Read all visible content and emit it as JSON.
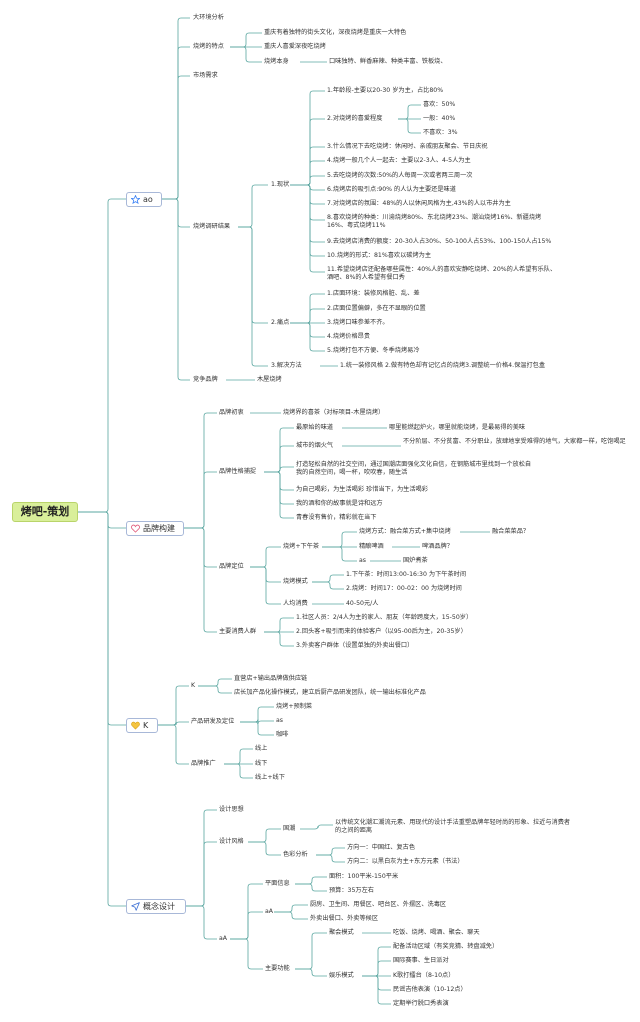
{
  "root": "烤吧-策划",
  "colors": {
    "line": "#5aa6a0",
    "root_fill": "#d9ef9a",
    "branch_border": "#a8b8d8"
  },
  "icons": {
    "ao": "star-icon",
    "brand": "heart-icon",
    "k": "heart-icon",
    "concept": "pin-icon"
  },
  "ao": {
    "label": "ao",
    "big_env": "大环境分析",
    "features": {
      "label": "烧烤的特点",
      "i1": "重庆有着独特的街头文化，深夜烧烤是重庆一大特色",
      "i2": "重庆人喜爱深夜吃烧烤",
      "i3": "烧烤本身",
      "i3a": "口味独特、鲜香麻辣、种类丰富、铁板烧、"
    },
    "market": "市场需求",
    "survey": {
      "label": "烧烤调研结果",
      "status": {
        "label": "1.现状",
        "s1": "1.年龄段-主要以20-30 岁为主，占比80%",
        "s2": "2.对烧烤的喜爱程度",
        "s2a": "喜欢：50%",
        "s2b": "一般：40%",
        "s2c": "不喜欢：3%",
        "s3": "3.什么情况下去吃烧烤：休闲时、亲戚朋友聚会、节日庆祝",
        "s4": "4.烧烤一般几个人一起去：主要以2-3人、4-5人为主",
        "s5": "5.去吃烧烤的次数:50%的人每周一次或者两三周一次",
        "s6": "6.烧烤店的吸引点:90% 的人认为主要还是味道",
        "s7": "7.对烧烤店的氛围：48%的人以休闲风格为主,43%的人以市井为主",
        "s8": "8.喜欢烧烤的种类：川渝烧烤80%、东北烧烤23%、潮汕烧烤16%、新疆烧烤16%、粤式烧烤11%",
        "s9": "9.去烧烤店消费的额度：20-30人占30%、50-100人占53%、100-150人占15%",
        "s10": "10.烧烤的形式：81%喜欢以碳烤为主",
        "s11": "11.希望烧烤店还配备哪些属性：40%人的喜欢安静吃烧烤、20%的人希望有乐队、酒吧、8%的人希望有餐口秀"
      },
      "pain": {
        "label": "2.痛点",
        "p1": "1.店面环境：装修风格脏、乱、差",
        "p2": "2.店面位置偏僻，多在不显眼的位置",
        "p3": "3.烧烤口味参差不齐。",
        "p4": "4.烧烤价格昂贵",
        "p5": "5.烧烤打包不方便、冬季烧烤易冷"
      },
      "solution": {
        "label": "3.解决方法",
        "text": "1.统一装修风格 2.做有特色却有记忆点的烧烤3.调整统一价格4.保温打包盒"
      }
    },
    "competitor": {
      "label": "竞争品牌",
      "value": "木屋烧烤"
    }
  },
  "brand": {
    "label": "品牌构建",
    "intent": {
      "label": "品牌初衷",
      "value": "烧烤界的喜茶（对标项目-木屋烧烤）"
    },
    "personality": {
      "label": "品牌性格捕捉",
      "taste": "最原始的味道",
      "taste_v": "哪里能燃起炉火，哪里就能烧烤，是最易得的美味",
      "city": "城市的烟火气",
      "city_v": "不分阶层、不分贫富、不分职业，放肆地享受难得的地气，大家都一样，吃饱喝足",
      "t1": "打造轻松自然的社交空间，通过国潮店面强化文化自信，在钢筋城市里找到一个放松自我的自然空间，喝一杯，吹吹春，随生活",
      "t2": "为自己喝彩，为生活喝彩 珍惜当下，为生活喝彩",
      "t3": "我的酒和你的故事就是诗和远方",
      "t4": "青春没有售价，精彩就在当下"
    },
    "positioning": {
      "label": "品牌定位",
      "combo": "烧烤+下午茶",
      "mode": "烧烤方式：融合菜方式+集中烧烤",
      "mode_v": "融合菜菜品？",
      "brew": "精酿啤酒",
      "brew_v": "啤酒品牌？",
      "as": "as",
      "as_v": "国炉煮茶",
      "timing": "烧烤模式",
      "timing_1": "1.下午茶：时间13:00-16:30 为下午茶时间",
      "timing_2": "2.烧烤：时间17：00-02：00 为烧烤时间",
      "spend": "人均消费",
      "spend_v": "40-50元/人"
    },
    "audience": {
      "label": "主要消费人群",
      "a1": "1.社区人员：2/4人为主的家人、朋友（年龄跨度大，15-50岁）",
      "a2": "2.回头客+吸引而来的体验客户（以95-00后为主，20-35岁）",
      "a3": "3.外卖客户群体（设置单独的外卖出餐口）"
    }
  },
  "k": {
    "label": "K",
    "k_label": "K",
    "k1": "直营店+输出品牌做供应链",
    "k2": "店长加产品化操作模式，建立后厨产品研发团队，统一输出标准化产品",
    "product": {
      "label": "产品研发及定位",
      "p1": "烧烤+预制菜",
      "p2": "as",
      "p3": "咖啡"
    },
    "promo": {
      "label": "品牌推广",
      "r1": "线上",
      "r2": "线下",
      "r3": "线上+线下"
    }
  },
  "concept": {
    "label": "概念设计",
    "idea": "设计思想",
    "style": {
      "label": "设计风格",
      "cy": "国潮",
      "cy_v": "以传统文化潮汇潮流元素、用现代的设计手法重塑品牌年轻时尚的形象、拉近与消费者的之间的距离",
      "color": "色彩分析",
      "c1": "方向一：中国红、复古色",
      "c2": "方向二：以黑白灰为主+东方元素（书法）"
    },
    "aa": {
      "label": "aA",
      "plan": "平面信息",
      "area": "面积：100平米-150平米",
      "budget": "预算：35万左右",
      "aa2": "aA",
      "zones": "厨房、卫生间、用餐区、吧台区、外摆区、洗毒区",
      "takeout": "外卖出餐口、外卖等候区",
      "func": "主要功能",
      "party": "聚会模式",
      "party_v": "吃饭、烧烤、喝酒、聚会、聊天",
      "ent": "娱乐模式",
      "e1": "配备活动区域（有奖竞猜、转盘减免）",
      "e2": "国际赛事、生日派对",
      "e3": "K歌打擂台（8-10点）",
      "e4": "民谣吉他表演（10-12点）",
      "e5": "定期举行脱口秀表演"
    }
  }
}
